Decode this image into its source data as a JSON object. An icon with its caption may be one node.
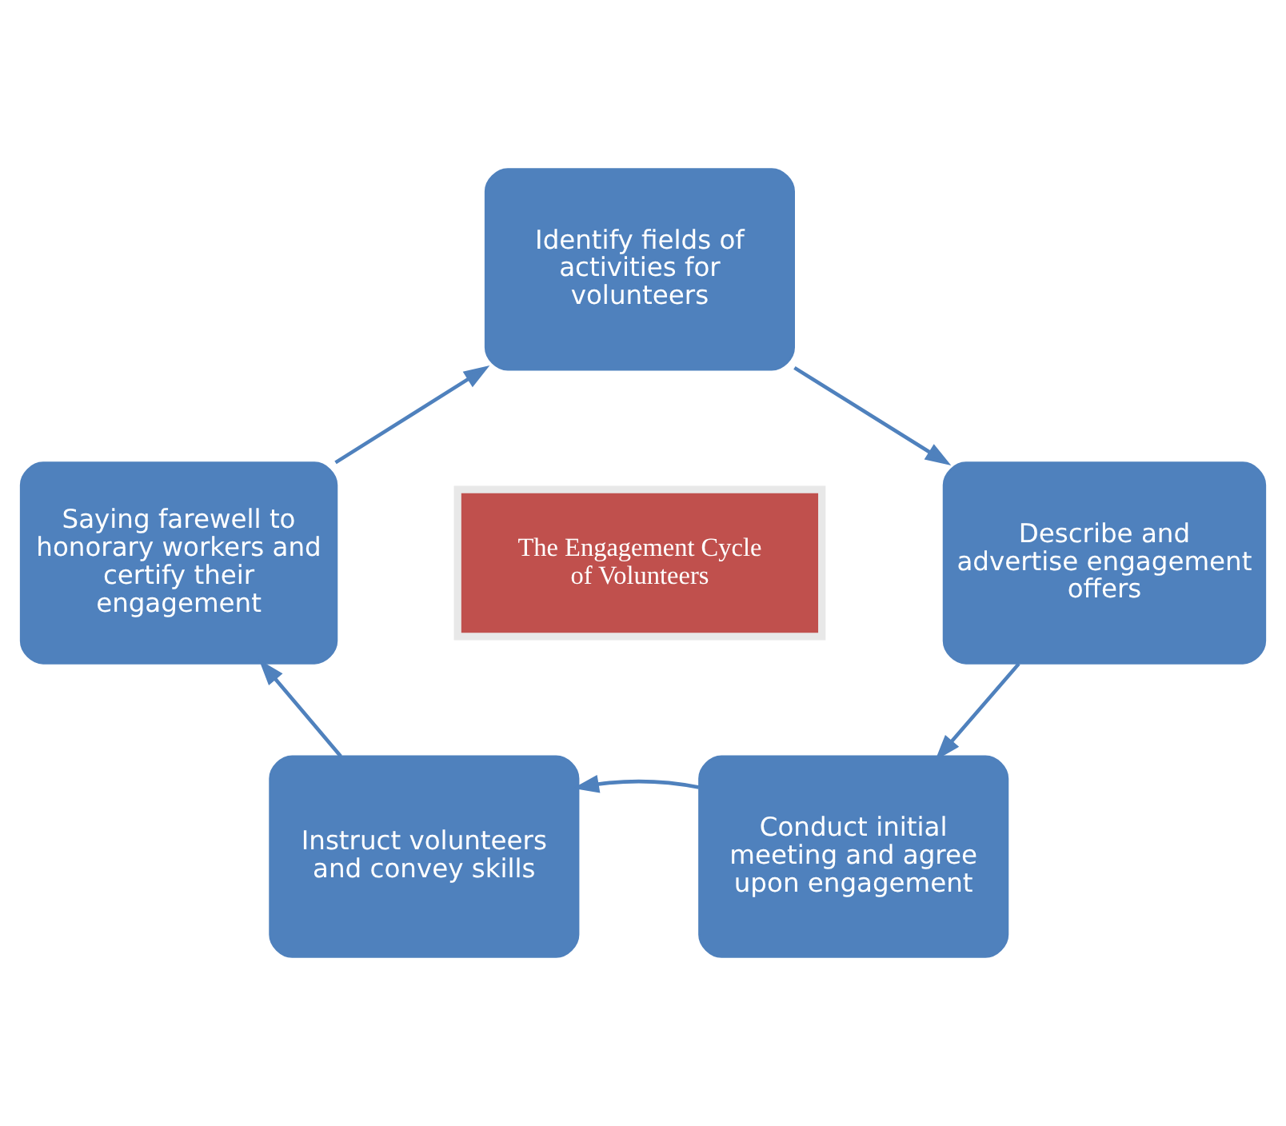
{
  "diagram": {
    "nodes": [
      {
        "text": [
          "Identify fields of activities for volunteers"
        ]
      },
      {
        "text": [
          "Describe and advertise engagement offers"
        ]
      },
      {
        "text": [
          "Conduct initial meeting and agree upon engagement"
        ]
      },
      {
        "text": [
          "Instruct volunteers and convey skills"
        ]
      },
      {
        "text": [
          "Saying farewell to honorary workers and certify their engagement"
        ]
      },
      {
        "text": [
          "The Engagement Cycle of Volunteers"
        ]
      }
    ],
    "edges": [
      {
        "from": 0,
        "to": 1,
        "arrow": "to"
      },
      {
        "from": 1,
        "to": 2,
        "arrow": "to"
      },
      {
        "from": 2,
        "to": 3,
        "arrow": "to"
      },
      {
        "from": 3,
        "to": 4,
        "arrow": "to"
      },
      {
        "from": 4,
        "to": 0,
        "arrow": "to"
      }
    ]
  }
}
